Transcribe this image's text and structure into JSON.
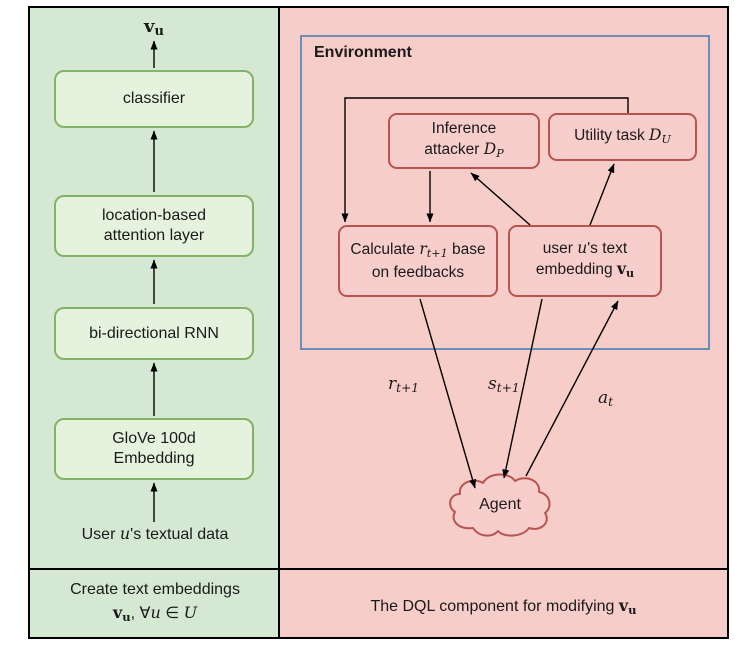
{
  "palette": {
    "left_panel_bg": "#d5e8d4",
    "left_box_fill": "#e4f2de",
    "left_box_border": "#82b366",
    "right_panel_bg": "#f7cdca",
    "right_box_fill": "#f8cecc",
    "right_box_border": "#b85450",
    "environment_border": "#6c8ebf",
    "outline": "#000000"
  },
  "left": {
    "output_v": "v",
    "output_v_sub": "u",
    "box_classifier": "classifier",
    "box_attention_line1": "location-based",
    "box_attention_line2": "attention layer",
    "box_rnn": "bi-directional RNN",
    "box_glove_line1": "GloVe 100d",
    "box_glove_line2": "Embedding",
    "input_prefix": "User ",
    "input_var": "u",
    "input_suffix": "'s textual data",
    "caption_line1": "Create text embeddings",
    "caption_v": "v",
    "caption_v_sub": "u",
    "caption_sep": ", ∀",
    "caption_u": "u",
    "caption_in": " ∈ ",
    "caption_U": "U"
  },
  "right": {
    "env_label": "Environment",
    "attacker_line1": "Inference",
    "attacker_line2_prefix": "attacker ",
    "attacker_var": "D",
    "attacker_sub": "P",
    "utility_prefix": "Utility task ",
    "utility_var": "D",
    "utility_sub": "U",
    "calc_prefix": "Calculate ",
    "calc_var": "r",
    "calc_sub": "t+1",
    "calc_mid": " base",
    "calc_line2": "on feedbacks",
    "emb_prefix": "user ",
    "emb_var": "u",
    "emb_mid": "'s text",
    "emb_line2_prefix": "embedding ",
    "emb_v": "v",
    "emb_v_sub": "u",
    "agent_label": "Agent",
    "label_reward": "r",
    "label_reward_sub": "t+1",
    "label_state": "s",
    "label_state_sub": "t+1",
    "label_action": "a",
    "label_action_sub": "t",
    "caption_prefix": "The DQL component for modifying ",
    "caption_v": "v",
    "caption_v_sub": "u"
  }
}
